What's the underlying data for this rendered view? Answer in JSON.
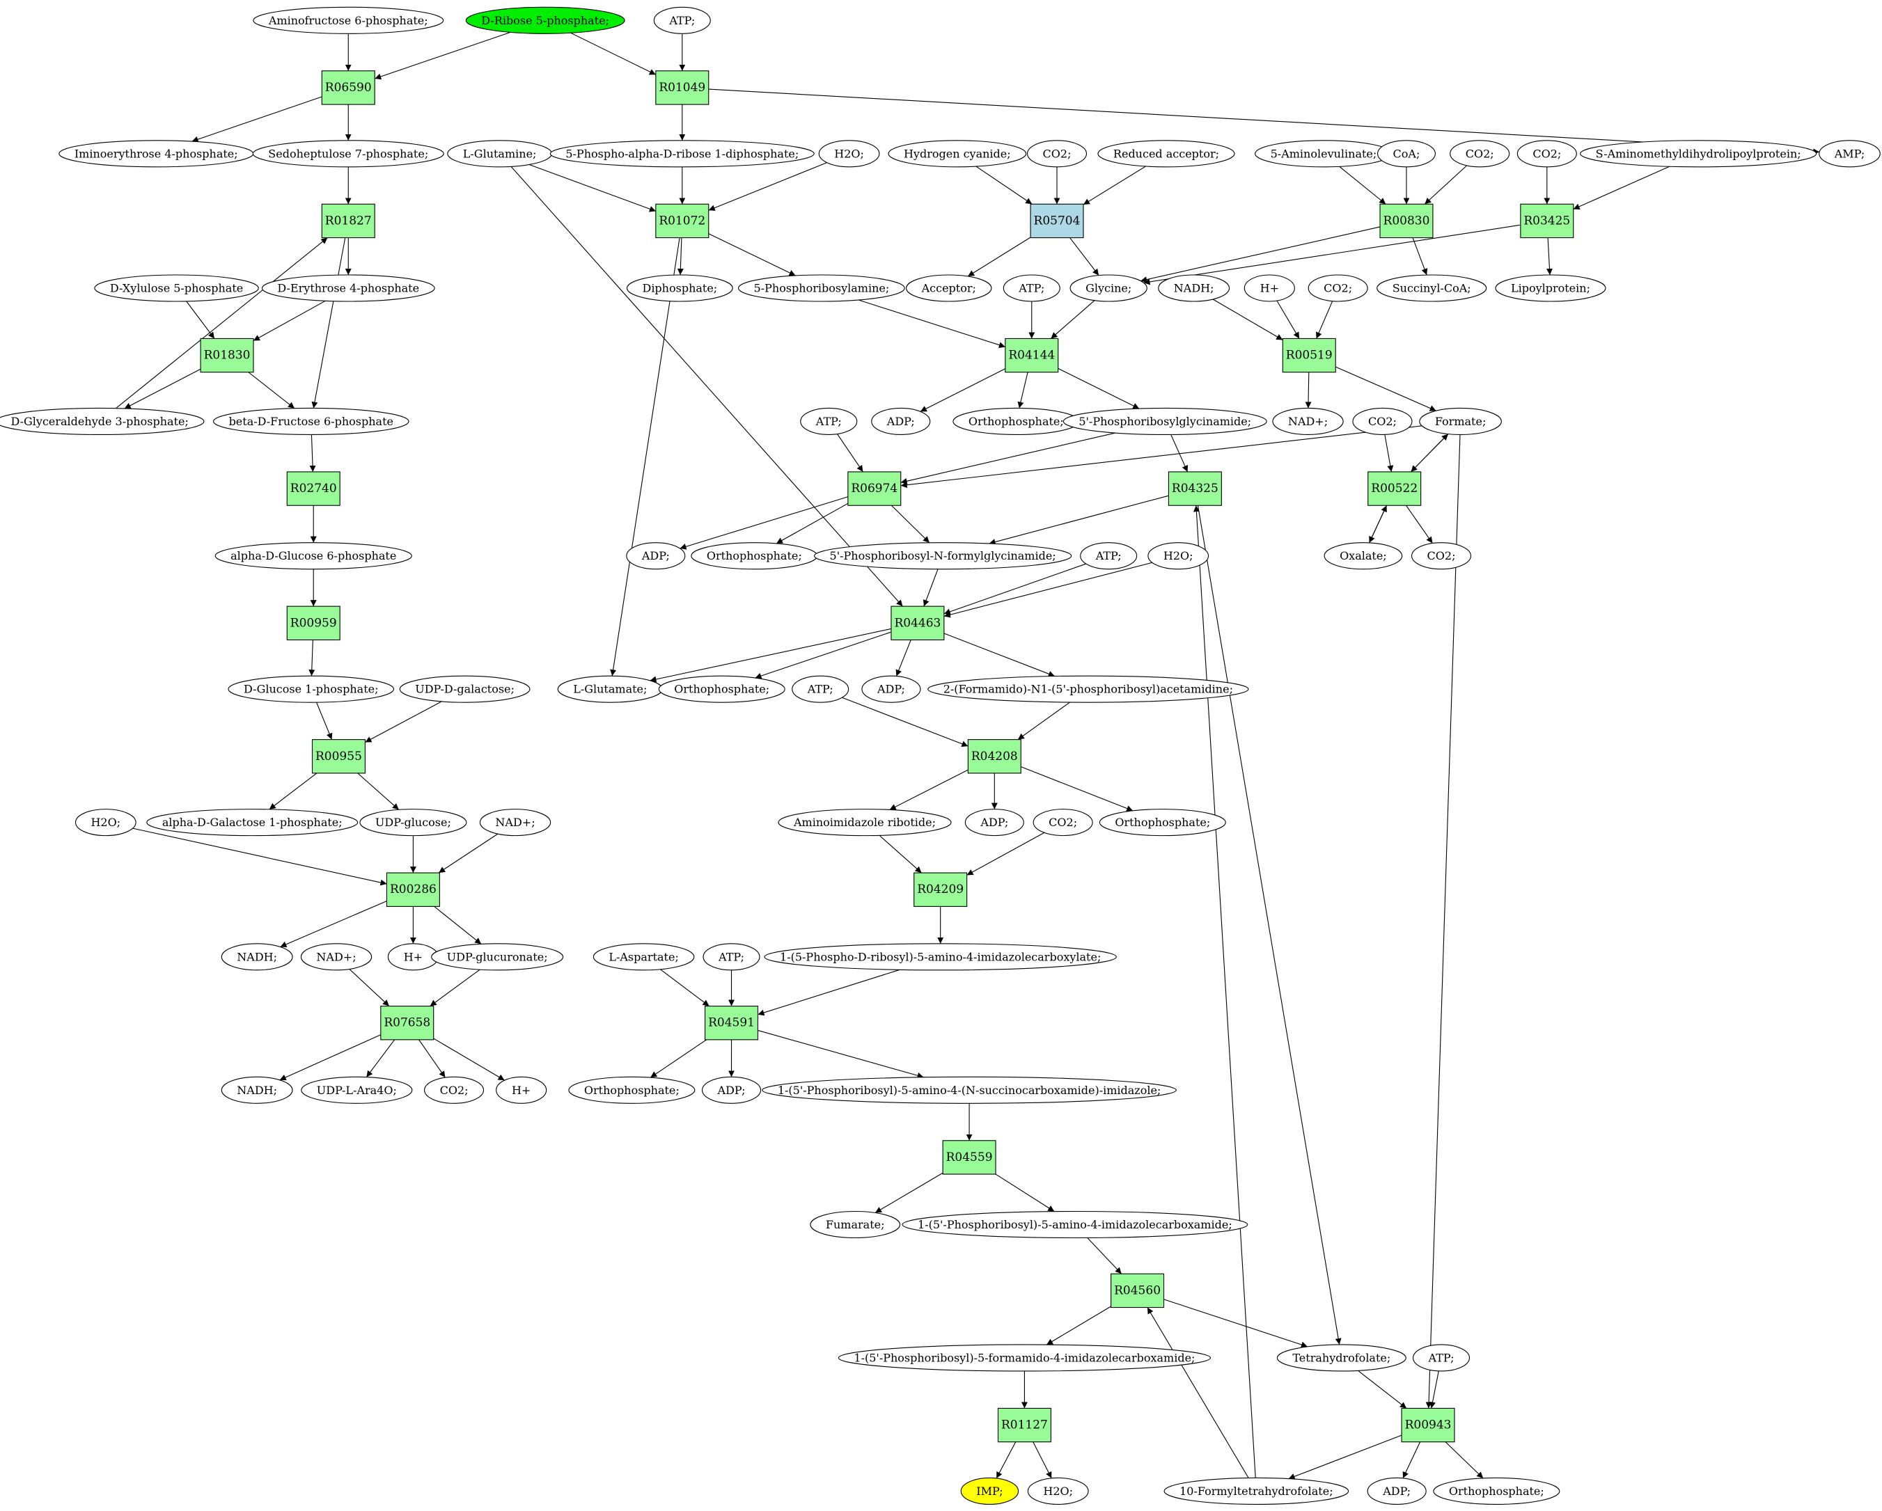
{
  "colors": {
    "reaction_fill": "#98fb98",
    "special_reaction_fill": "#add8e6",
    "start_fill": "#00ee00",
    "end_fill": "#ffff00",
    "compound_fill": "#ffffff",
    "stroke": "#000000"
  },
  "nodes": [
    {
      "id": "c_aminofructose",
      "label": "Aminofructose 6-phosphate;",
      "kind": "compound"
    },
    {
      "id": "c_dribose5p",
      "label": "D-Ribose 5-phosphate;",
      "kind": "compound",
      "style": "start"
    },
    {
      "id": "c_atp_top",
      "label": "ATP;",
      "kind": "compound"
    },
    {
      "id": "r_R06590",
      "label": "R06590",
      "kind": "reaction"
    },
    {
      "id": "r_R01049",
      "label": "R01049",
      "kind": "reaction"
    },
    {
      "id": "c_iminoerythrose",
      "label": "Iminoerythrose 4-phosphate;",
      "kind": "compound"
    },
    {
      "id": "c_sedoheptulose",
      "label": "Sedoheptulose 7-phosphate;",
      "kind": "compound"
    },
    {
      "id": "c_lglutamine",
      "label": "L-Glutamine;",
      "kind": "compound"
    },
    {
      "id": "c_prpp",
      "label": "5-Phospho-alpha-D-ribose 1-diphosphate;",
      "kind": "compound"
    },
    {
      "id": "c_h2o_1",
      "label": "H2O;",
      "kind": "compound"
    },
    {
      "id": "c_hcn",
      "label": "Hydrogen cyanide;",
      "kind": "compound"
    },
    {
      "id": "c_co2_1",
      "label": "CO2;",
      "kind": "compound"
    },
    {
      "id": "c_redacc",
      "label": "Reduced acceptor;",
      "kind": "compound"
    },
    {
      "id": "c_5ala",
      "label": "5-Aminolevulinate;",
      "kind": "compound"
    },
    {
      "id": "c_coa",
      "label": "CoA;",
      "kind": "compound"
    },
    {
      "id": "c_co2_2",
      "label": "CO2;",
      "kind": "compound"
    },
    {
      "id": "c_co2_3",
      "label": "CO2;",
      "kind": "compound"
    },
    {
      "id": "c_samdlp",
      "label": "S-Aminomethyldihydrolipoylprotein;",
      "kind": "compound"
    },
    {
      "id": "c_amp",
      "label": "AMP;",
      "kind": "compound"
    },
    {
      "id": "r_R01827",
      "label": "R01827",
      "kind": "reaction"
    },
    {
      "id": "r_R01072",
      "label": "R01072",
      "kind": "reaction"
    },
    {
      "id": "r_R05704",
      "label": "R05704",
      "kind": "reaction",
      "style": "special"
    },
    {
      "id": "r_R00830",
      "label": "R00830",
      "kind": "reaction"
    },
    {
      "id": "r_R03425",
      "label": "R03425",
      "kind": "reaction"
    },
    {
      "id": "c_dxylulose",
      "label": "D-Xylulose 5-phosphate",
      "kind": "compound"
    },
    {
      "id": "c_derythrose",
      "label": "D-Erythrose 4-phosphate",
      "kind": "compound"
    },
    {
      "id": "c_diphosphate",
      "label": "Diphosphate;",
      "kind": "compound"
    },
    {
      "id": "c_5pra",
      "label": "5-Phosphoribosylamine;",
      "kind": "compound"
    },
    {
      "id": "c_acceptor",
      "label": "Acceptor;",
      "kind": "compound"
    },
    {
      "id": "c_atp_2",
      "label": "ATP;",
      "kind": "compound"
    },
    {
      "id": "c_glycine",
      "label": "Glycine;",
      "kind": "compound"
    },
    {
      "id": "c_nadh_1",
      "label": "NADH;",
      "kind": "compound"
    },
    {
      "id": "c_hplus_1",
      "label": "H+",
      "kind": "compound"
    },
    {
      "id": "c_co2_4",
      "label": "CO2;",
      "kind": "compound"
    },
    {
      "id": "c_succoa",
      "label": "Succinyl-CoA;",
      "kind": "compound"
    },
    {
      "id": "c_lipoyl",
      "label": "Lipoylprotein;",
      "kind": "compound"
    },
    {
      "id": "r_R01830",
      "label": "R01830",
      "kind": "reaction"
    },
    {
      "id": "r_R04144",
      "label": "R04144",
      "kind": "reaction"
    },
    {
      "id": "r_R00519",
      "label": "R00519",
      "kind": "reaction"
    },
    {
      "id": "c_dga3p",
      "label": "D-Glyceraldehyde 3-phosphate;",
      "kind": "compound"
    },
    {
      "id": "c_bdf6p",
      "label": "beta-D-Fructose 6-phosphate",
      "kind": "compound"
    },
    {
      "id": "c_adp_1",
      "label": "ADP;",
      "kind": "compound"
    },
    {
      "id": "c_ortho_1",
      "label": "Orthophosphate;",
      "kind": "compound"
    },
    {
      "id": "c_gar",
      "label": "5'-Phosphoribosylglycinamide;",
      "kind": "compound"
    },
    {
      "id": "c_nadplus_1",
      "label": "NAD+;",
      "kind": "compound"
    },
    {
      "id": "c_co2_5",
      "label": "CO2;",
      "kind": "compound"
    },
    {
      "id": "c_formate",
      "label": "Formate;",
      "kind": "compound"
    },
    {
      "id": "c_atp_3",
      "label": "ATP;",
      "kind": "compound"
    },
    {
      "id": "r_R02740",
      "label": "R02740",
      "kind": "reaction"
    },
    {
      "id": "r_R06974",
      "label": "R06974",
      "kind": "reaction"
    },
    {
      "id": "r_R04325",
      "label": "R04325",
      "kind": "reaction"
    },
    {
      "id": "r_R00522",
      "label": "R00522",
      "kind": "reaction"
    },
    {
      "id": "c_adg6p",
      "label": "alpha-D-Glucose 6-phosphate",
      "kind": "compound"
    },
    {
      "id": "c_adp_2",
      "label": "ADP;",
      "kind": "compound"
    },
    {
      "id": "c_ortho_2",
      "label": "Orthophosphate;",
      "kind": "compound"
    },
    {
      "id": "c_fgar",
      "label": "5'-Phosphoribosyl-N-formylglycinamide;",
      "kind": "compound"
    },
    {
      "id": "c_atp_4",
      "label": "ATP;",
      "kind": "compound"
    },
    {
      "id": "c_h2o_2",
      "label": "H2O;",
      "kind": "compound"
    },
    {
      "id": "c_oxalate",
      "label": "Oxalate;",
      "kind": "compound"
    },
    {
      "id": "c_co2_6",
      "label": "CO2;",
      "kind": "compound"
    },
    {
      "id": "r_R00959",
      "label": "R00959",
      "kind": "reaction"
    },
    {
      "id": "r_R04463",
      "label": "R04463",
      "kind": "reaction"
    },
    {
      "id": "c_dg1p",
      "label": "D-Glucose 1-phosphate;",
      "kind": "compound"
    },
    {
      "id": "c_udpgal",
      "label": "UDP-D-galactose;",
      "kind": "compound"
    },
    {
      "id": "c_lglutamate",
      "label": "L-Glutamate;",
      "kind": "compound"
    },
    {
      "id": "c_ortho_3",
      "label": "Orthophosphate;",
      "kind": "compound"
    },
    {
      "id": "c_adp_3",
      "label": "ADP;",
      "kind": "compound"
    },
    {
      "id": "c_atp_5",
      "label": "ATP;",
      "kind": "compound"
    },
    {
      "id": "c_fgam",
      "label": "2-(Formamido)-N1-(5'-phosphoribosyl)acetamidine;",
      "kind": "compound"
    },
    {
      "id": "r_R00955",
      "label": "R00955",
      "kind": "reaction"
    },
    {
      "id": "r_R04208",
      "label": "R04208",
      "kind": "reaction"
    },
    {
      "id": "c_h2o_3",
      "label": "H2O;",
      "kind": "compound"
    },
    {
      "id": "c_adgal1p",
      "label": "alpha-D-Galactose 1-phosphate;",
      "kind": "compound"
    },
    {
      "id": "c_udpglc",
      "label": "UDP-glucose;",
      "kind": "compound"
    },
    {
      "id": "c_nadplus_2",
      "label": "NAD+;",
      "kind": "compound"
    },
    {
      "id": "c_air",
      "label": "Aminoimidazole ribotide;",
      "kind": "compound"
    },
    {
      "id": "c_adp_4",
      "label": "ADP;",
      "kind": "compound"
    },
    {
      "id": "c_co2_7",
      "label": "CO2;",
      "kind": "compound"
    },
    {
      "id": "c_ortho_4",
      "label": "Orthophosphate;",
      "kind": "compound"
    },
    {
      "id": "r_R00286",
      "label": "R00286",
      "kind": "reaction"
    },
    {
      "id": "r_R04209",
      "label": "R04209",
      "kind": "reaction"
    },
    {
      "id": "c_nadh_2",
      "label": "NADH;",
      "kind": "compound"
    },
    {
      "id": "c_hplus_2",
      "label": "H+",
      "kind": "compound"
    },
    {
      "id": "c_nadplus_3",
      "label": "NAD+;",
      "kind": "compound"
    },
    {
      "id": "c_udpglcur",
      "label": "UDP-glucuronate;",
      "kind": "compound"
    },
    {
      "id": "c_laspartate",
      "label": "L-Aspartate;",
      "kind": "compound"
    },
    {
      "id": "c_atp_6",
      "label": "ATP;",
      "kind": "compound"
    },
    {
      "id": "c_cair",
      "label": "1-(5-Phospho-D-ribosyl)-5-amino-4-imidazolecarboxylate;",
      "kind": "compound"
    },
    {
      "id": "r_R07658",
      "label": "R07658",
      "kind": "reaction"
    },
    {
      "id": "r_R04591",
      "label": "R04591",
      "kind": "reaction"
    },
    {
      "id": "c_nadh_3",
      "label": "NADH;",
      "kind": "compound"
    },
    {
      "id": "c_udpara",
      "label": "UDP-L-Ara4O;",
      "kind": "compound"
    },
    {
      "id": "c_co2_8",
      "label": "CO2;",
      "kind": "compound"
    },
    {
      "id": "c_hplus_3",
      "label": "H+",
      "kind": "compound"
    },
    {
      "id": "c_ortho_5",
      "label": "Orthophosphate;",
      "kind": "compound"
    },
    {
      "id": "c_adp_5",
      "label": "ADP;",
      "kind": "compound"
    },
    {
      "id": "c_saicar",
      "label": "1-(5'-Phosphoribosyl)-5-amino-4-(N-succinocarboxamide)-imidazole;",
      "kind": "compound"
    },
    {
      "id": "r_R04559",
      "label": "R04559",
      "kind": "reaction"
    },
    {
      "id": "c_fumarate",
      "label": "Fumarate;",
      "kind": "compound"
    },
    {
      "id": "c_aicar",
      "label": "1-(5'-Phosphoribosyl)-5-amino-4-imidazolecarboxamide;",
      "kind": "compound"
    },
    {
      "id": "r_R04560",
      "label": "R04560",
      "kind": "reaction"
    },
    {
      "id": "c_faicar",
      "label": "1-(5'-Phosphoribosyl)-5-formamido-4-imidazolecarboxamide;",
      "kind": "compound"
    },
    {
      "id": "c_thf",
      "label": "Tetrahydrofolate;",
      "kind": "compound"
    },
    {
      "id": "c_atp_7",
      "label": "ATP;",
      "kind": "compound"
    },
    {
      "id": "r_R01127",
      "label": "R01127",
      "kind": "reaction"
    },
    {
      "id": "r_R00943",
      "label": "R00943",
      "kind": "reaction"
    },
    {
      "id": "c_imp",
      "label": "IMP;",
      "kind": "compound",
      "style": "end"
    },
    {
      "id": "c_h2o_4",
      "label": "H2O;",
      "kind": "compound"
    },
    {
      "id": "c_10fthf",
      "label": "10-Formyltetrahydrofolate;",
      "kind": "compound"
    },
    {
      "id": "c_adp_6",
      "label": "ADP;",
      "kind": "compound"
    },
    {
      "id": "c_ortho_6",
      "label": "Orthophosphate;",
      "kind": "compound"
    }
  ],
  "edges": [
    [
      "c_aminofructose",
      "r_R06590"
    ],
    [
      "c_dribose5p",
      "r_R06590"
    ],
    [
      "r_R06590",
      "c_iminoerythrose"
    ],
    [
      "r_R06590",
      "c_sedoheptulose"
    ],
    [
      "c_dribose5p",
      "r_R01049"
    ],
    [
      "c_atp_top",
      "r_R01049"
    ],
    [
      "r_R01049",
      "c_prpp"
    ],
    [
      "r_R01049",
      "c_amp"
    ],
    [
      "c_sedoheptulose",
      "r_R01827"
    ],
    [
      "c_dga3p",
      "r_R01827"
    ],
    [
      "r_R01827",
      "c_derythrose"
    ],
    [
      "r_R01827",
      "c_bdf6p"
    ],
    [
      "c_dxylulose",
      "r_R01830"
    ],
    [
      "c_derythrose",
      "r_R01830"
    ],
    [
      "r_R01830",
      "c_dga3p"
    ],
    [
      "r_R01830",
      "c_bdf6p"
    ],
    [
      "c_bdf6p",
      "r_R02740"
    ],
    [
      "r_R02740",
      "c_adg6p"
    ],
    [
      "c_adg6p",
      "r_R00959"
    ],
    [
      "r_R00959",
      "c_dg1p"
    ],
    [
      "c_dg1p",
      "r_R00955"
    ],
    [
      "c_udpgal",
      "r_R00955"
    ],
    [
      "r_R00955",
      "c_adgal1p"
    ],
    [
      "r_R00955",
      "c_udpglc"
    ],
    [
      "c_h2o_3",
      "r_R00286"
    ],
    [
      "c_udpglc",
      "r_R00286"
    ],
    [
      "c_nadplus_2",
      "r_R00286"
    ],
    [
      "r_R00286",
      "c_nadh_2"
    ],
    [
      "r_R00286",
      "c_hplus_2"
    ],
    [
      "r_R00286",
      "c_udpglcur"
    ],
    [
      "c_nadplus_3",
      "r_R07658"
    ],
    [
      "c_udpglcur",
      "r_R07658"
    ],
    [
      "r_R07658",
      "c_nadh_3"
    ],
    [
      "r_R07658",
      "c_udpara"
    ],
    [
      "r_R07658",
      "c_co2_8"
    ],
    [
      "r_R07658",
      "c_hplus_3"
    ],
    [
      "c_lglutamine",
      "r_R01072"
    ],
    [
      "c_prpp",
      "r_R01072"
    ],
    [
      "c_h2o_1",
      "r_R01072"
    ],
    [
      "r_R01072",
      "c_diphosphate"
    ],
    [
      "r_R01072",
      "c_5pra"
    ],
    [
      "r_R01072",
      "c_lglutamate"
    ],
    [
      "c_hcn",
      "r_R05704"
    ],
    [
      "c_co2_1",
      "r_R05704"
    ],
    [
      "c_redacc",
      "r_R05704"
    ],
    [
      "r_R05704",
      "c_acceptor"
    ],
    [
      "r_R05704",
      "c_glycine"
    ],
    [
      "c_5ala",
      "r_R00830"
    ],
    [
      "c_coa",
      "r_R00830"
    ],
    [
      "c_co2_2",
      "r_R00830"
    ],
    [
      "r_R00830",
      "c_succoa"
    ],
    [
      "r_R00830",
      "c_glycine"
    ],
    [
      "c_co2_3",
      "r_R03425"
    ],
    [
      "c_samdlp",
      "r_R03425"
    ],
    [
      "r_R03425",
      "c_lipoyl"
    ],
    [
      "r_R03425",
      "c_glycine"
    ],
    [
      "c_5pra",
      "r_R04144"
    ],
    [
      "c_atp_2",
      "r_R04144"
    ],
    [
      "c_glycine",
      "r_R04144"
    ],
    [
      "r_R04144",
      "c_adp_1"
    ],
    [
      "r_R04144",
      "c_ortho_1"
    ],
    [
      "r_R04144",
      "c_gar"
    ],
    [
      "c_nadh_1",
      "r_R00519"
    ],
    [
      "c_hplus_1",
      "r_R00519"
    ],
    [
      "c_co2_4",
      "r_R00519"
    ],
    [
      "r_R00519",
      "c_nadplus_1"
    ],
    [
      "r_R00519",
      "c_formate"
    ],
    [
      "c_atp_3",
      "r_R06974"
    ],
    [
      "c_gar",
      "r_R06974"
    ],
    [
      "c_formate",
      "r_R06974"
    ],
    [
      "r_R06974",
      "c_adp_2"
    ],
    [
      "r_R06974",
      "c_ortho_2"
    ],
    [
      "r_R06974",
      "c_fgar"
    ],
    [
      "c_gar",
      "r_R04325"
    ],
    [
      "c_10fthf",
      "r_R04325"
    ],
    [
      "r_R04325",
      "c_fgar"
    ],
    [
      "r_R04325",
      "c_thf"
    ],
    [
      "c_co2_5",
      "r_R00522"
    ],
    [
      "c_formate",
      "r_R00522"
    ],
    [
      "c_oxalate",
      "r_R00522"
    ],
    [
      "r_R00522",
      "c_formate"
    ],
    [
      "r_R00522",
      "c_oxalate"
    ],
    [
      "r_R00522",
      "c_co2_6"
    ],
    [
      "c_fgar",
      "r_R04463"
    ],
    [
      "c_lglutamine",
      "r_R04463"
    ],
    [
      "c_atp_4",
      "r_R04463"
    ],
    [
      "c_h2o_2",
      "r_R04463"
    ],
    [
      "r_R04463",
      "c_lglutamate"
    ],
    [
      "r_R04463",
      "c_ortho_3"
    ],
    [
      "r_R04463",
      "c_adp_3"
    ],
    [
      "r_R04463",
      "c_fgam"
    ],
    [
      "c_atp_5",
      "r_R04208"
    ],
    [
      "c_fgam",
      "r_R04208"
    ],
    [
      "r_R04208",
      "c_air"
    ],
    [
      "r_R04208",
      "c_adp_4"
    ],
    [
      "r_R04208",
      "c_ortho_4"
    ],
    [
      "c_air",
      "r_R04209"
    ],
    [
      "c_co2_7",
      "r_R04209"
    ],
    [
      "r_R04209",
      "c_cair"
    ],
    [
      "c_laspartate",
      "r_R04591"
    ],
    [
      "c_atp_6",
      "r_R04591"
    ],
    [
      "c_cair",
      "r_R04591"
    ],
    [
      "r_R04591",
      "c_ortho_5"
    ],
    [
      "r_R04591",
      "c_adp_5"
    ],
    [
      "r_R04591",
      "c_saicar"
    ],
    [
      "c_saicar",
      "r_R04559"
    ],
    [
      "r_R04559",
      "c_fumarate"
    ],
    [
      "r_R04559",
      "c_aicar"
    ],
    [
      "c_aicar",
      "r_R04560"
    ],
    [
      "c_10fthf",
      "r_R04560"
    ],
    [
      "r_R04560",
      "c_faicar"
    ],
    [
      "r_R04560",
      "c_thf"
    ],
    [
      "c_faicar",
      "r_R01127"
    ],
    [
      "r_R01127",
      "c_imp"
    ],
    [
      "r_R01127",
      "c_h2o_4"
    ],
    [
      "c_thf",
      "r_R00943"
    ],
    [
      "c_atp_7",
      "r_R00943"
    ],
    [
      "c_formate",
      "r_R00943"
    ],
    [
      "r_R00943",
      "c_10fthf"
    ],
    [
      "r_R00943",
      "c_adp_6"
    ],
    [
      "r_R00943",
      "c_ortho_6"
    ]
  ]
}
